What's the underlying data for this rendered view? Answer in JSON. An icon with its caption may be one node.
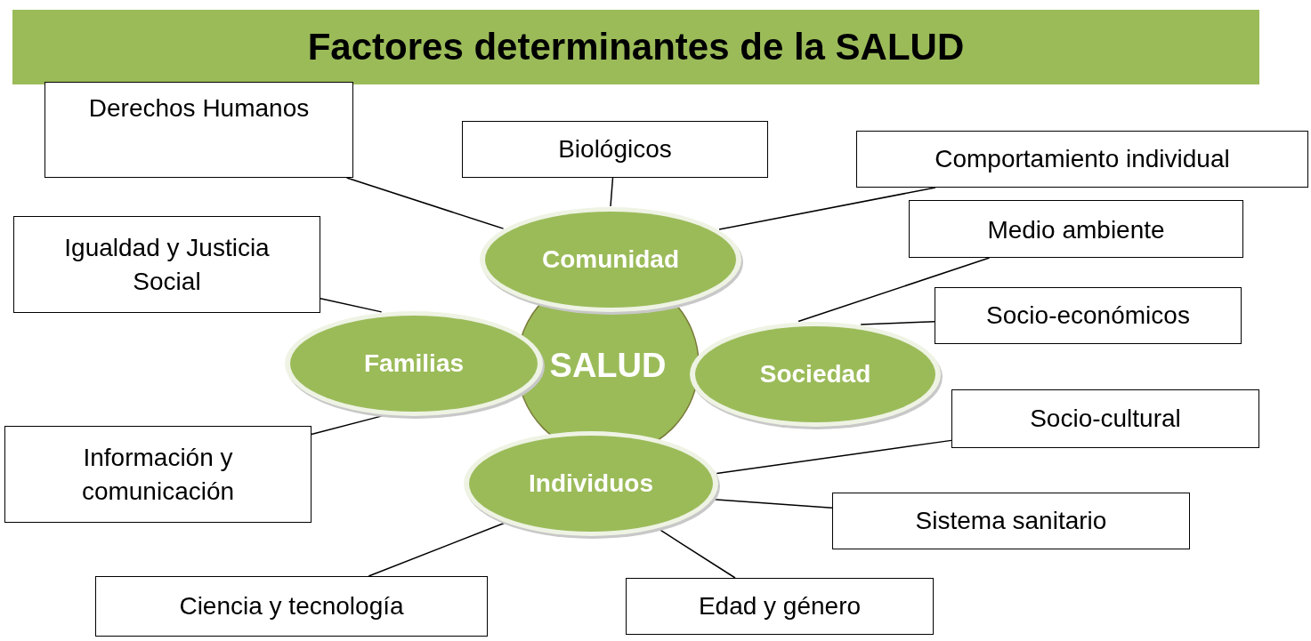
{
  "diagram": {
    "title": "Factores determinantes de la SALUD",
    "nodes": [
      {
        "text": [
          "Derechos Humanos"
        ]
      },
      {
        "text": [
          "Biológicos"
        ]
      },
      {
        "text": [
          "Comportamiento individual"
        ]
      },
      {
        "text": [
          "Medio ambiente"
        ]
      },
      {
        "text": [
          "Igualdad y Justicia Social"
        ]
      },
      {
        "text": [
          "Socio-económicos"
        ]
      },
      {
        "text": [
          "SALUD"
        ]
      },
      {
        "text": [
          "Comunidad"
        ]
      },
      {
        "text": [
          "Familias"
        ]
      },
      {
        "text": [
          "Sociedad"
        ]
      },
      {
        "text": [
          "Individuos"
        ]
      },
      {
        "text": [
          "Socio-cultural"
        ]
      },
      {
        "text": [
          "Información y comunicación"
        ]
      },
      {
        "text": [
          "Sistema sanitario"
        ]
      },
      {
        "text": [
          "Ciencia y tecnología"
        ]
      },
      {
        "text": [
          "Edad y género"
        ]
      }
    ],
    "edges": [
      {
        "from": 0,
        "to": 7,
        "arrow": "none"
      },
      {
        "from": 1,
        "to": 7,
        "arrow": "none"
      },
      {
        "from": 2,
        "to": 7,
        "arrow": "none"
      },
      {
        "from": 4,
        "to": 8,
        "arrow": "none"
      },
      {
        "from": 3,
        "to": 9,
        "arrow": "none"
      },
      {
        "from": 5,
        "to": 9,
        "arrow": "none"
      },
      {
        "from": 12,
        "to": 8,
        "arrow": "none"
      },
      {
        "from": 11,
        "to": 10,
        "arrow": "none"
      },
      {
        "from": 13,
        "to": 10,
        "arrow": "none"
      },
      {
        "from": 14,
        "to": 10,
        "arrow": "none"
      },
      {
        "from": 15,
        "to": 10,
        "arrow": "none"
      }
    ]
  }
}
